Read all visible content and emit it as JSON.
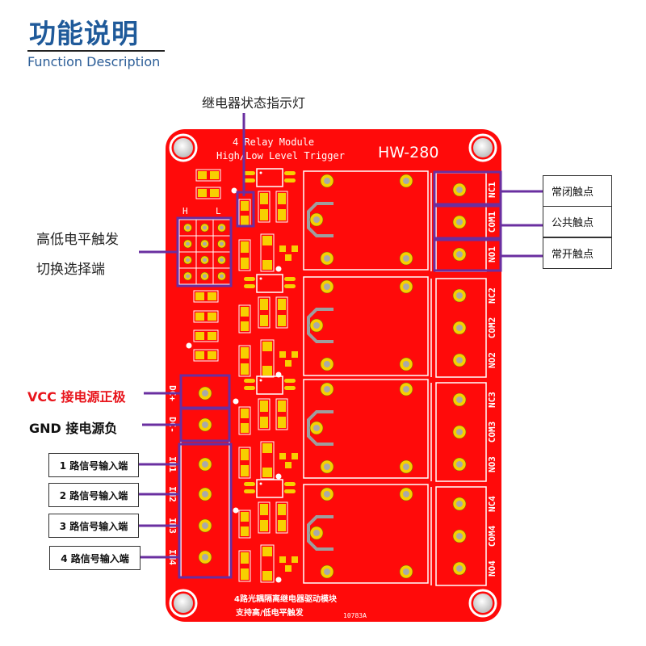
{
  "header": {
    "title": "功能说明",
    "subtitle": "Function Description"
  },
  "colors": {
    "title_blue": "#1f5a9a",
    "pcb_red": "#ff0a0a",
    "silk_white": "#ffffff",
    "pad_gold": "#f7d000",
    "callout_purple": "#6a2fa0",
    "vcc_red": "#e8141b"
  },
  "board": {
    "line1": "4 Relay Module",
    "line2": "High/Low Level Trigger",
    "model": "HW-280",
    "jumper_h": "H",
    "jumper_l": "L",
    "bottom_line1": "4路光耦隔离继电器驱动模块",
    "bottom_line2": "支持高/低电平触发",
    "code": "10783A",
    "power_labels": [
      "DC+",
      "DC-"
    ],
    "input_labels": [
      "IN1",
      "IN2",
      "IN3",
      "IN4"
    ],
    "terminal_labels": [
      [
        "NC1",
        "COM1",
        "NO1"
      ],
      [
        "NC2",
        "COM2",
        "NO2"
      ],
      [
        "NC3",
        "COM3",
        "NO3"
      ],
      [
        "NC4",
        "COM4",
        "NO4"
      ]
    ]
  },
  "callouts": {
    "status_led": "继电器状态指示灯",
    "trigger_select_line1": "高低电平触发",
    "trigger_select_line2": "切换选择端",
    "vcc": "VCC 接电源正极",
    "gnd": "GND 接电源负",
    "inputs": [
      "1 路信号输入端",
      "2 路信号输入端",
      "3 路信号输入端",
      "4 路信号输入端"
    ],
    "nc": "常闭触点",
    "com": "公共触点",
    "no": "常开触点"
  }
}
